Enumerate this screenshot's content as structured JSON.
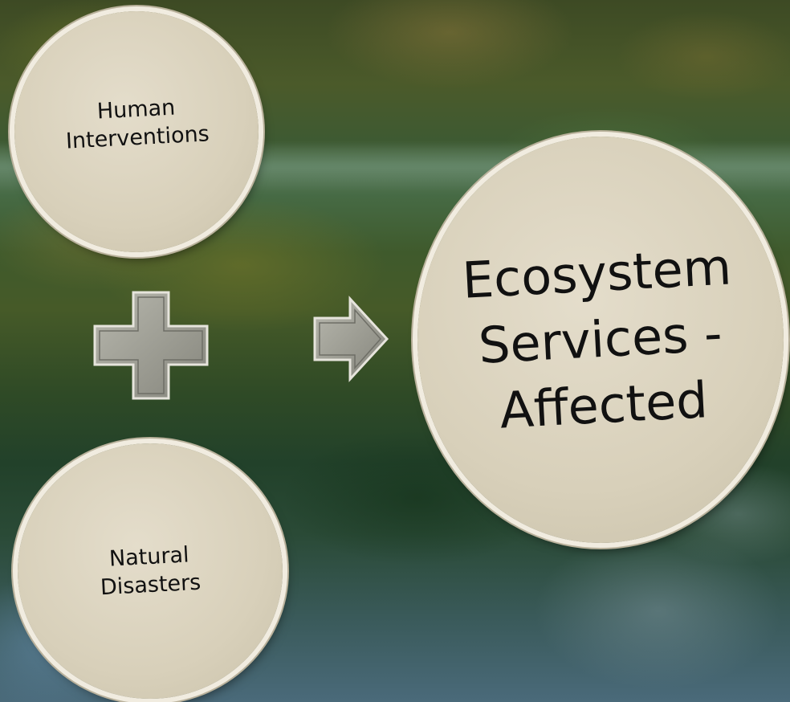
{
  "diagram": {
    "nodes": [
      {
        "id": "human",
        "label": "Human\nInterventions"
      },
      {
        "id": "natural",
        "label": "Natural\nDisasters"
      },
      {
        "id": "ecosystem",
        "label": "Ecosystem\nServices -\nAffected"
      }
    ],
    "operators": [
      {
        "type": "plus",
        "icon": "plus-icon"
      },
      {
        "type": "arrow",
        "icon": "arrow-right-icon"
      }
    ]
  },
  "colors": {
    "circle_fill": "#d8d0ba",
    "circle_rim": "#f1ece0",
    "operator_fill": "#9c9c92",
    "text": "#111111"
  }
}
